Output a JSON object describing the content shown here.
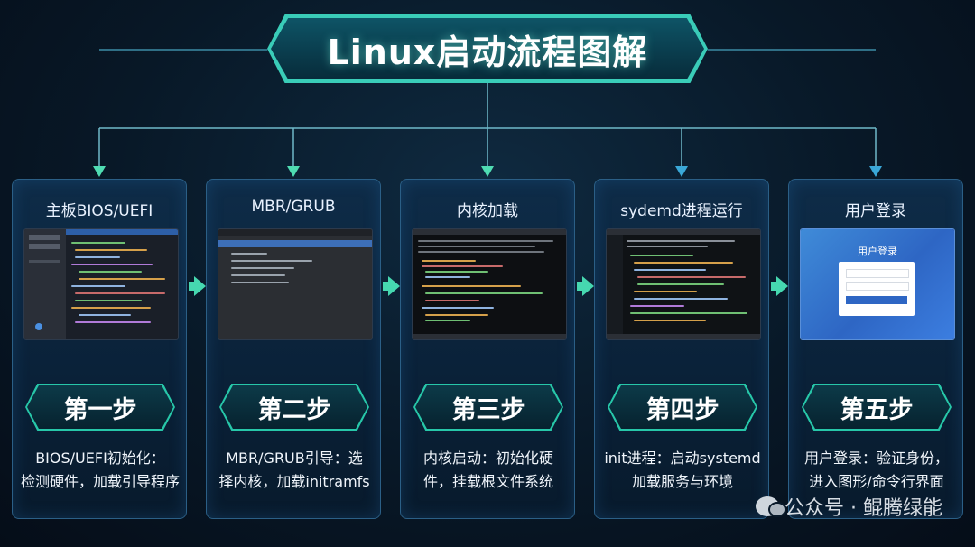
{
  "title": "Linux启动流程图解",
  "steps": [
    {
      "title": "主板BIOS/UEFI",
      "step": "第一步",
      "desc1": "BIOS/UEFI初始化：",
      "desc2": "检测硬件，加载引导程序"
    },
    {
      "title": "MBR/GRUB",
      "step": "第二步",
      "desc1": "MBR/GRUB引导：选",
      "desc2": "择内核，加载initramfs"
    },
    {
      "title": "内核加载",
      "step": "第三步",
      "desc1": "内核启动：初始化硬",
      "desc2": "件，挂载根文件系统"
    },
    {
      "title": "sydemd进程运行",
      "step": "第四步",
      "desc1": "init进程：启动systemd",
      "desc2": "加载服务与环境"
    },
    {
      "title": "用户登录",
      "step": "第五步",
      "desc1": "用户登录：验证身份，",
      "desc2": "进入图形/命令行界面"
    }
  ],
  "login_screen": {
    "title": "用户登录"
  },
  "watermark": "公众号 · 鲲腾绿能",
  "colors": {
    "accent": "#3fe0c8",
    "arrow": "#46d8b0",
    "card_border": "#2b5f86"
  }
}
